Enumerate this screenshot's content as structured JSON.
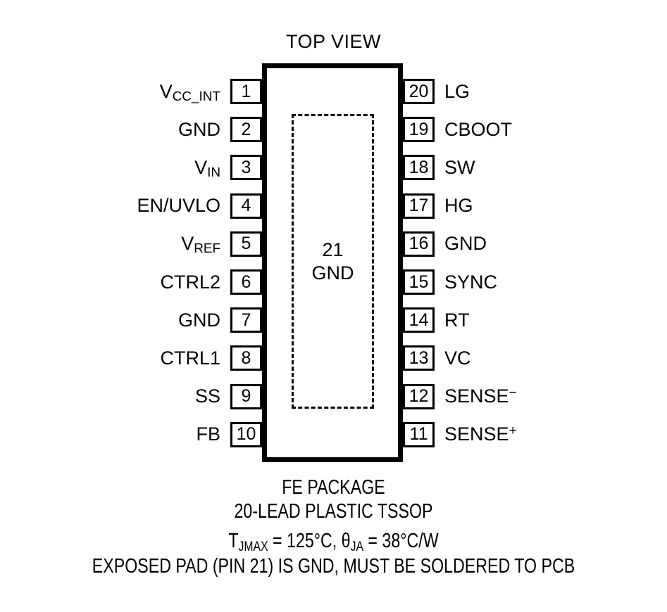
{
  "title": "TOP VIEW",
  "package": {
    "exposed_pad": {
      "pin_number": "21",
      "pin_name": "GND"
    }
  },
  "pins_left": [
    {
      "number": "1",
      "label": "V",
      "sub": "CC_INT",
      "sup": ""
    },
    {
      "number": "2",
      "label": "GND",
      "sub": "",
      "sup": ""
    },
    {
      "number": "3",
      "label": "V",
      "sub": "IN",
      "sup": ""
    },
    {
      "number": "4",
      "label": "EN/UVLO",
      "sub": "",
      "sup": ""
    },
    {
      "number": "5",
      "label": "V",
      "sub": "REF",
      "sup": ""
    },
    {
      "number": "6",
      "label": "CTRL2",
      "sub": "",
      "sup": ""
    },
    {
      "number": "7",
      "label": "GND",
      "sub": "",
      "sup": ""
    },
    {
      "number": "8",
      "label": "CTRL1",
      "sub": "",
      "sup": ""
    },
    {
      "number": "9",
      "label": "SS",
      "sub": "",
      "sup": ""
    },
    {
      "number": "10",
      "label": "FB",
      "sub": "",
      "sup": ""
    }
  ],
  "pins_right": [
    {
      "number": "20",
      "label": "LG",
      "sub": "",
      "sup": ""
    },
    {
      "number": "19",
      "label": "CBOOT",
      "sub": "",
      "sup": ""
    },
    {
      "number": "18",
      "label": "SW",
      "sub": "",
      "sup": ""
    },
    {
      "number": "17",
      "label": "HG",
      "sub": "",
      "sup": ""
    },
    {
      "number": "16",
      "label": "GND",
      "sub": "",
      "sup": ""
    },
    {
      "number": "15",
      "label": "SYNC",
      "sub": "",
      "sup": ""
    },
    {
      "number": "14",
      "label": "RT",
      "sub": "",
      "sup": ""
    },
    {
      "number": "13",
      "label": "VC",
      "sub": "",
      "sup": ""
    },
    {
      "number": "12",
      "label": "SENSE",
      "sub": "",
      "sup": "−"
    },
    {
      "number": "11",
      "label": "SENSE",
      "sub": "",
      "sup": "+"
    }
  ],
  "footer": {
    "package_name": "FE PACKAGE",
    "package_type": "20-LEAD PLASTIC TSSOP",
    "thermal_tj_prefix": "T",
    "thermal_tj_sub": "JMAX",
    "thermal_tj_value": " = 125°C, ",
    "thermal_theta_symbol": "θ",
    "thermal_theta_sub": "JA",
    "thermal_theta_value": " = 38°C/W",
    "exposed_pad_note": "EXPOSED PAD (PIN 21) IS GND, MUST BE SOLDERED TO PCB"
  },
  "colors": {
    "ink": "#000000",
    "background": "#ffffff"
  }
}
